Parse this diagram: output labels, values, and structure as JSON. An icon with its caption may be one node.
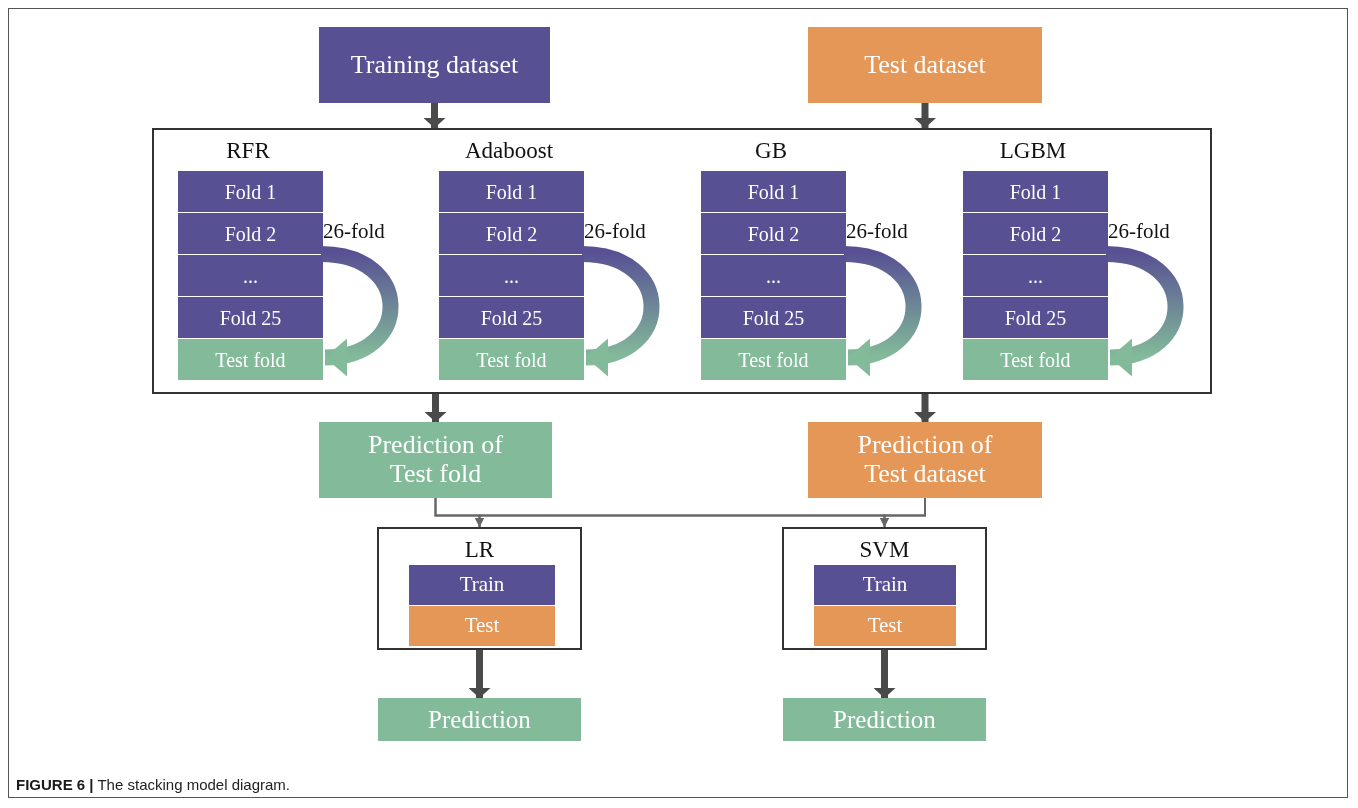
{
  "diagram": {
    "caption": "**FIGURE 6 |** The stacking model diagram.",
    "nodes": [
      {
        "text": [
          "Training dataset"
        ]
      },
      {
        "text": [
          "Test dataset"
        ]
      },
      {
        "text": [],
        "shape": "box"
      },
      {
        "text": [
          "Fold 1"
        ],
        "in": 2
      },
      {
        "text": [
          "Fold 2"
        ],
        "in": 2
      },
      {
        "text": [
          "..."
        ],
        "in": 2
      },
      {
        "text": [
          "Fold 25"
        ],
        "in": 2
      },
      {
        "text": [
          "Test fold"
        ],
        "in": 2
      },
      {
        "text": [
          "Fold 1"
        ],
        "in": 2
      },
      {
        "text": [
          "Fold 2"
        ],
        "in": 2
      },
      {
        "text": [
          "..."
        ],
        "in": 2
      },
      {
        "text": [
          "Fold 25"
        ],
        "in": 2
      },
      {
        "text": [
          "Test fold"
        ],
        "in": 2
      },
      {
        "text": [
          "Fold 1"
        ],
        "in": 2
      },
      {
        "text": [
          "Fold 2"
        ],
        "in": 2
      },
      {
        "text": [
          "..."
        ],
        "in": 2
      },
      {
        "text": [
          "Fold 25"
        ],
        "in": 2
      },
      {
        "text": [
          "Test fold"
        ],
        "in": 2
      },
      {
        "text": [
          "Fold 1"
        ],
        "in": 2
      },
      {
        "text": [
          "Fold 2"
        ],
        "in": 2
      },
      {
        "text": [
          "..."
        ],
        "in": 2
      },
      {
        "text": [
          "Fold 25"
        ],
        "in": 2
      },
      {
        "text": [
          "Test fold"
        ],
        "in": 2
      },
      {
        "text": [
          "Prediction of Test fold"
        ]
      },
      {
        "text": [
          "Prediction of Test dataset"
        ]
      },
      {
        "text": [
          "LR"
        ]
      },
      {
        "text": [
          "Train"
        ],
        "in": 25
      },
      {
        "text": [
          "Test"
        ],
        "in": 25
      },
      {
        "text": [
          "SVM"
        ]
      },
      {
        "text": [
          "Train"
        ],
        "in": 28
      },
      {
        "text": [
          "Test"
        ],
        "in": 28
      },
      {
        "text": [
          "Prediction"
        ]
      },
      {
        "text": [
          "Prediction"
        ]
      }
    ],
    "edges": [
      {
        "from": 0,
        "to": 2,
        "arrow": "to"
      },
      {
        "from": 1,
        "to": 2,
        "arrow": "to"
      },
      {
        "from": 4,
        "to": 7,
        "arrow": "to",
        "label": "26-fold",
        "style": "thick"
      },
      {
        "from": 9,
        "to": 12,
        "arrow": "to",
        "label": "26-fold",
        "style": "thick"
      },
      {
        "from": 14,
        "to": 17,
        "arrow": "to",
        "label": "26-fold",
        "style": "thick"
      },
      {
        "from": 19,
        "to": 22,
        "arrow": "to",
        "label": "26-fold",
        "style": "thick"
      },
      {
        "from": 2,
        "to": 23,
        "arrow": "to"
      },
      {
        "from": 2,
        "to": 24,
        "arrow": "to"
      },
      {
        "from": 23,
        "to": 25,
        "arrow": "to"
      },
      {
        "from": 23,
        "to": 28,
        "arrow": "to"
      },
      {
        "from": 24,
        "to": 25,
        "arrow": "to"
      },
      {
        "from": 24,
        "to": 28,
        "arrow": "to"
      },
      {
        "from": 25,
        "to": 31,
        "arrow": "to"
      },
      {
        "from": 28,
        "to": 32,
        "arrow": "to"
      }
    ],
    "labels": [
      "RFR",
      "Adaboost",
      "GB",
      "LGBM"
    ]
  }
}
